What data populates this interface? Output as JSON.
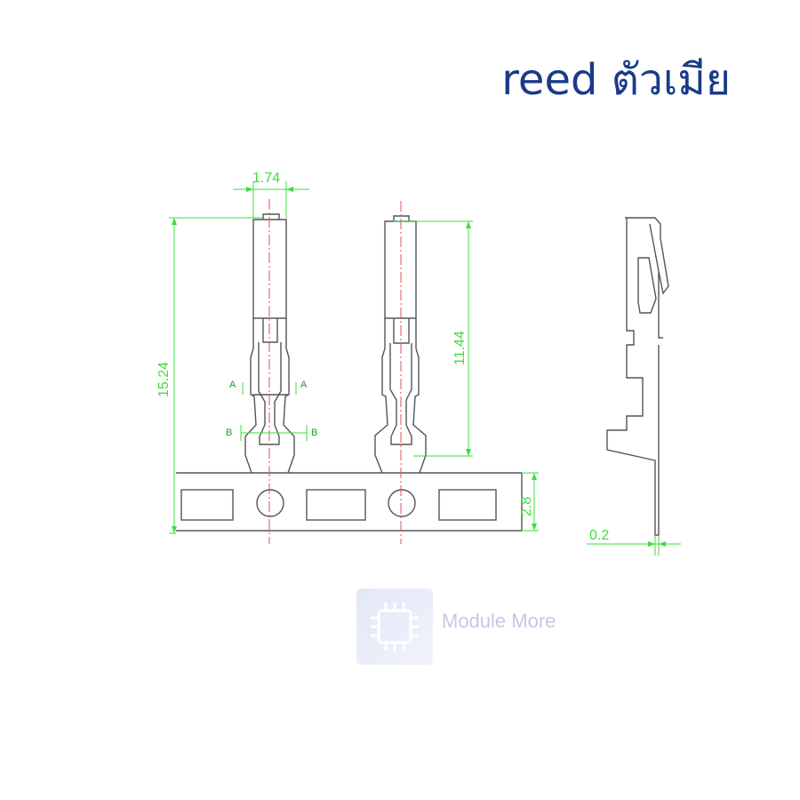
{
  "title": "reed ตัวเมีย",
  "dimensions": {
    "pin_width": "1.74",
    "total_height": "15.24",
    "contact_height": "11.44",
    "strip_height": "2.8",
    "thickness": "0.2"
  },
  "section_markers": {
    "a": "A",
    "b": "B"
  },
  "watermark": {
    "text": "Module More",
    "icon": "chip-icon"
  },
  "colors": {
    "title": "#1a3a8a",
    "outline": "#555555",
    "dimension": "#3fdc3f",
    "centerline": "#e05050"
  }
}
